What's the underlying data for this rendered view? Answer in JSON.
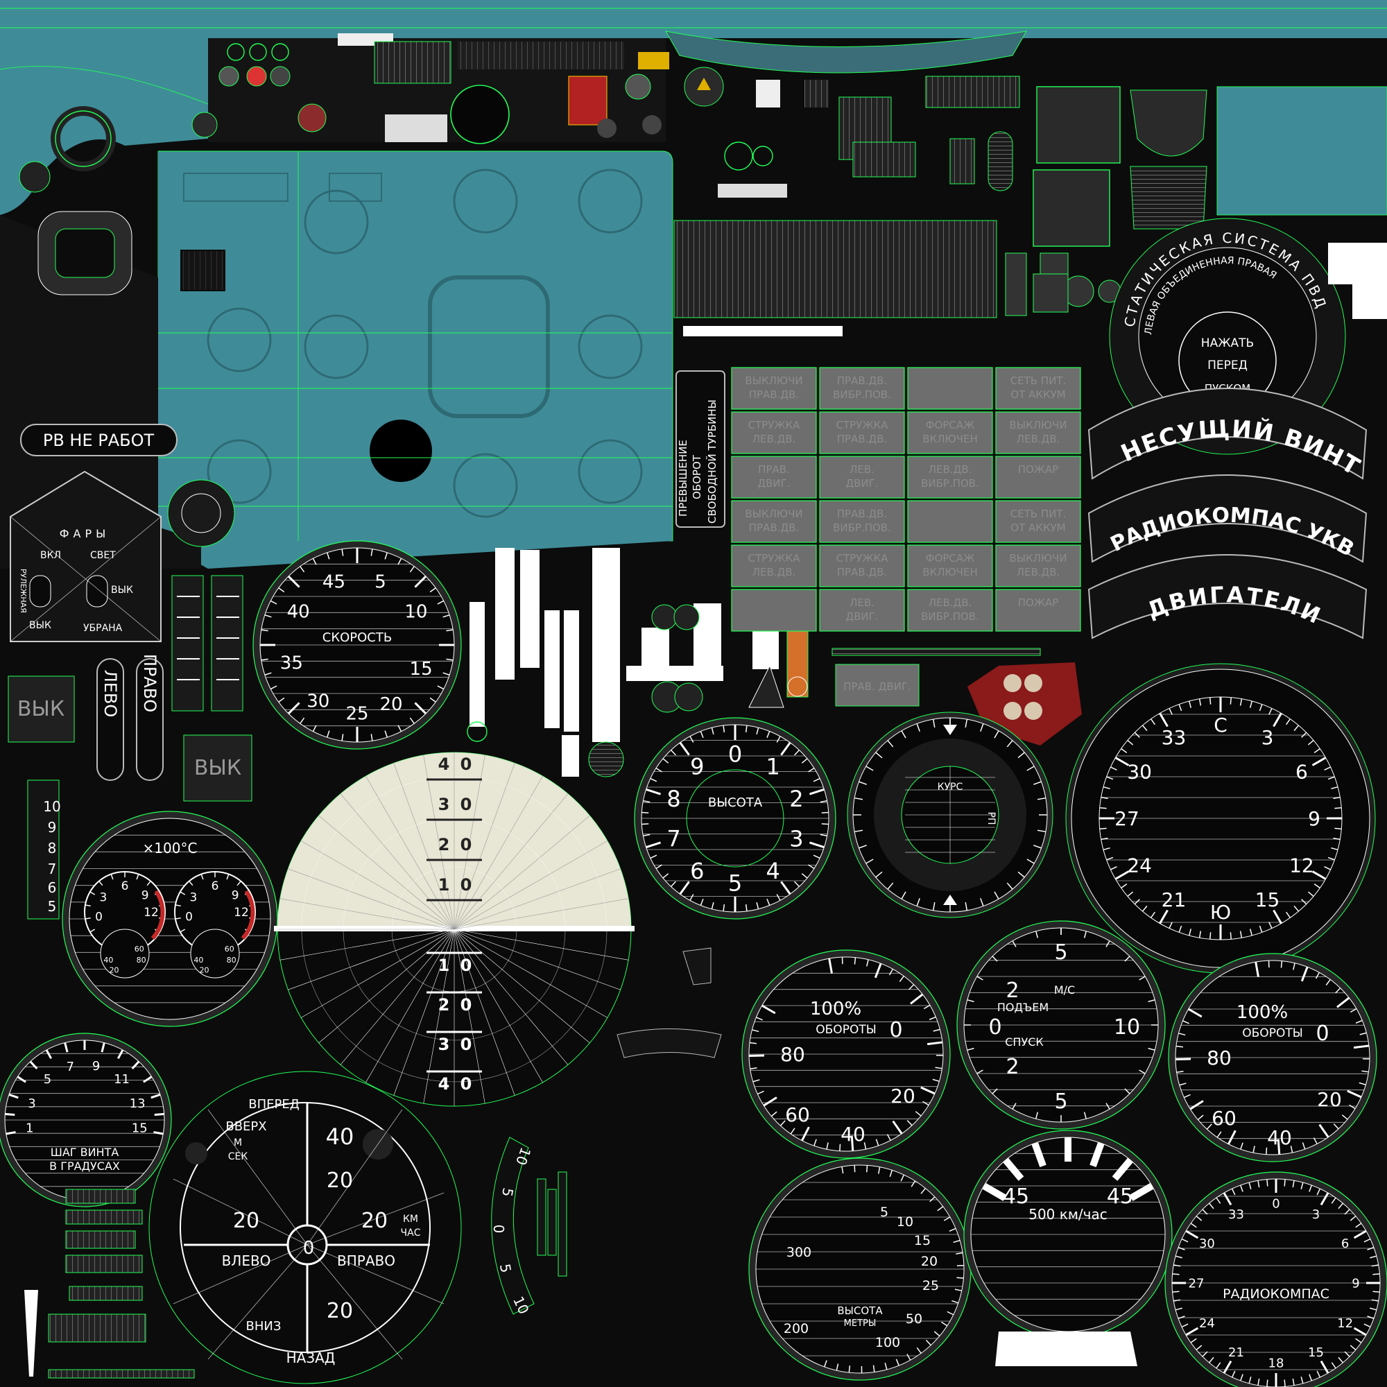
{
  "labels": {
    "rv_warn": "РВ НЕ РАБОТ",
    "vyk_a": "ВЫК",
    "vyk_b": "ВЫК",
    "levo": "ЛЕВО",
    "pravo": "ПРАВО",
    "turbine": [
      "ПРЕВЫШЕНИЕ",
      "ОБОРОТ",
      "СВОБОДНОЙ ТУРБИНЫ"
    ],
    "arc_rotor": "НЕСУЩИЙ ВИНТ",
    "arc_radio_ukv": "РАДИОКОМПАС УКВ",
    "arc_engines": "ДВИГАТЕЛИ",
    "pvd_ring": "СТАТИЧЕСКАЯ СИСТЕМА ПВД",
    "pvd_sub": "ЛЕВАЯ   ОБЪЕДИНЕННАЯ   ПРАВАЯ",
    "press_before": [
      "НАЖАТЬ",
      "ПЕРЕД",
      "ПУСКОМ"
    ],
    "lights_title": "ФАРЫ",
    "lights_on": "ВКЛ",
    "lights_taxi": "РУЛЕЖНАЯ",
    "lights_off_l": "ВЫК",
    "lights_light": "СВЕТ",
    "lights_off_r": "ВЫК",
    "lights_stow": "УБРАНА",
    "strip_10": "10",
    "strip_9": "9",
    "strip_8": "8",
    "strip_7": "7",
    "strip_6": "6",
    "strip_5": "5"
  },
  "lamp_grid": [
    [
      "ВЫКЛЮЧИ ПРАВ.ДВ.",
      "ПРАВ.ДВ. ВИБР.ПОВ.",
      "",
      "СЕТЬ ПИТ. ОТ АККУМ"
    ],
    [
      "СТРУЖКА ЛЕВ.ДВ.",
      "СТРУЖКА ПРАВ.ДВ.",
      "ФОРСАЖ ВКЛЮЧЕН",
      "ВЫКЛЮЧИ ЛЕВ.ДВ."
    ],
    [
      "ПРАВ. ДВИГ.",
      "ЛЕВ. ДВИГ.",
      "ЛЕВ.ДВ. ВИБР.ПОВ.",
      "ПОЖАР"
    ],
    [
      "ВЫКЛЮЧИ ПРАВ.ДВ.",
      "ПРАВ.ДВ. ВИБР.ПОВ.",
      "",
      "СЕТЬ ПИТ. ОТ АККУМ"
    ],
    [
      "СТРУЖКА ЛЕВ.ДВ.",
      "СТРУЖКА ПРАВ.ДВ.",
      "ФОРСАЖ ВКЛЮЧЕН",
      "ВЫКЛЮЧИ ЛЕВ.ДВ."
    ],
    [
      "",
      "ЛЕВ. ДВИГ.",
      "ЛЕВ.ДВ. ВИБР.ПОВ.",
      "ПОЖАР"
    ]
  ],
  "lamp_extra": "ПРАВ. ДВИГ.",
  "airspeed": {
    "label": "СКОРОСТЬ",
    "ticks": [
      "45",
      "5",
      "10",
      "15",
      "20",
      "25",
      "30",
      "35",
      "40"
    ]
  },
  "altimeter": {
    "label": "ВЫСОТА",
    "ticks": [
      "0",
      "1",
      "2",
      "3",
      "4",
      "5",
      "6",
      "7",
      "8",
      "9"
    ]
  },
  "course": {
    "label": "КУРС",
    "side": "РП"
  },
  "compass": {
    "ticks": [
      "С",
      "3",
      "6",
      "9",
      "12",
      "15",
      "Ю",
      "21",
      "24",
      "27",
      "30",
      "33"
    ]
  },
  "temp": {
    "unit": "×100°С",
    "big_ticks": [
      "0",
      "3",
      "6",
      "9",
      "12"
    ],
    "small_ticks": [
      "20",
      "40",
      "60",
      "80"
    ]
  },
  "attitude": {
    "up": [
      "4",
      "3",
      "2",
      "1"
    ],
    "down": [
      "1",
      "2",
      "3",
      "4"
    ]
  },
  "rpm_left": {
    "label": "ОБОРОТЫ",
    "ticks": [
      "100%",
      "0",
      "80",
      "60",
      "40",
      "20"
    ]
  },
  "rpm_right": {
    "label": "ОБОРОТЫ",
    "ticks": [
      "100%",
      "0",
      "80",
      "60",
      "40",
      "20"
    ]
  },
  "vsi": {
    "unit": "М/С",
    "up": "ПОДЪЕМ",
    "down": "СПУСК",
    "ticks": [
      "5",
      "2",
      "0",
      "10",
      "2",
      "5"
    ]
  },
  "pitch": {
    "label": [
      "ШАГ ВИНТА",
      "В ГРАДУСАХ"
    ],
    "ticks": [
      "1",
      "3",
      "5",
      "7",
      "9",
      "11",
      "13",
      "15"
    ]
  },
  "doppler": {
    "forward": "ВПЕРЕД",
    "up": "ВВЕРХ",
    "m": "М",
    "sec": "СЕК",
    "left": "ВЛЕВО",
    "right": "ВПРАВО",
    "down": "ВНИЗ",
    "back": "НАЗАД",
    "kmh": "КМ",
    "hour": "ЧАС",
    "v1": "40",
    "v2": "20",
    "v3": "20",
    "v4": "20",
    "v5": "0",
    "v6": "20"
  },
  "slip": {
    "ticks": [
      "10",
      "5",
      "0",
      "5",
      "10"
    ]
  },
  "radalt": {
    "label": [
      "ВЫСОТА",
      "МЕТРЫ"
    ],
    "ticks": [
      "5",
      "10",
      "15",
      "20",
      "25",
      "300",
      "200",
      "100",
      "50"
    ]
  },
  "speed500": {
    "label": "500 км/час",
    "left": "45",
    "right": "45"
  },
  "radiocompass": {
    "label": "РАДИОКОМПАС",
    "ticks": [
      "0",
      "3",
      "6",
      "9",
      "12",
      "15",
      "18",
      "21",
      "24",
      "27",
      "30",
      "33"
    ]
  },
  "colors": {
    "teal": "#3f8c98",
    "wire": "#22ff55",
    "red": "#8b1a1a",
    "orange": "#d4702a"
  }
}
